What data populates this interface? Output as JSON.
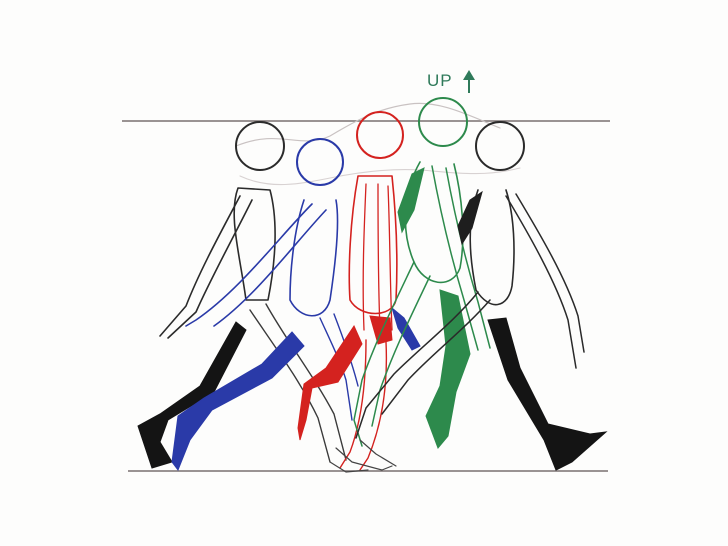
{
  "annotation": {
    "up_label": "UP",
    "arrow_icon": "up-arrow-icon",
    "color": "#2f7a5a"
  },
  "colors": {
    "paper": "#fdfdfc",
    "guide_line": "#7a7070",
    "arc_line": "#c9c2c2",
    "figure_black": "#1b1b1b",
    "figure_blue": "#2a3aa8",
    "figure_red": "#d4221f",
    "figure_green": "#2d8a4c",
    "figure_gray": "#2a2a2a"
  },
  "figures": [
    {
      "name": "black",
      "color_key": "figure_black"
    },
    {
      "name": "blue",
      "color_key": "figure_blue"
    },
    {
      "name": "red",
      "color_key": "figure_red"
    },
    {
      "name": "green",
      "color_key": "figure_green"
    },
    {
      "name": "gray",
      "color_key": "figure_gray"
    }
  ]
}
